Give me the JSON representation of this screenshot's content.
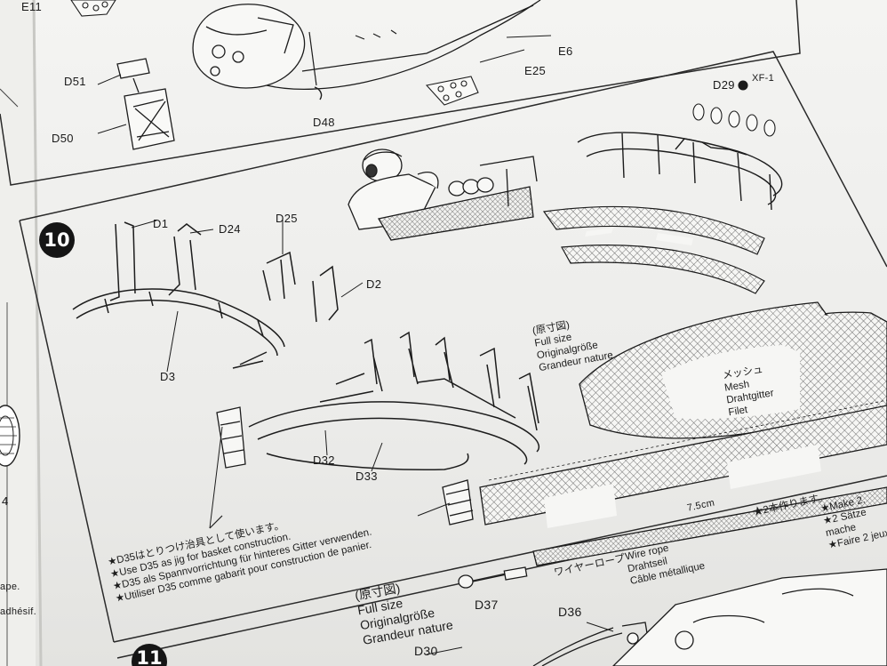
{
  "steps": {
    "step10": "10",
    "step11": "11"
  },
  "parts": {
    "e11": "E11",
    "d51": "D51",
    "d50": "D50",
    "d48": "D48",
    "e25": "E25",
    "e6": "E6",
    "d29": "D29",
    "xf1": "XF-1",
    "d1": "D1",
    "d24": "D24",
    "d25": "D25",
    "d2": "D2",
    "d3": "D3",
    "d32": "D32",
    "d33": "D33",
    "d37": "D37",
    "d36": "D36",
    "d30": "D30"
  },
  "full_size": {
    "jp": "(原寸図)",
    "en": "Full size",
    "de": "Originalgröße",
    "fr": "Grandeur nature"
  },
  "mesh": {
    "jp": "メッシュ",
    "en": "Mesh",
    "de": "Drahtgitter",
    "fr": "Filet"
  },
  "dimension": "7.5cm",
  "jig_note": {
    "jp": "★D35はとりつけ治具として使います。",
    "en": "★Use D35 as jig for basket construction.",
    "de": "★D35 als Spannvorrichtung für hinteres Gitter verwenden.",
    "fr": "★Utiliser D35 comme gabarit pour construction de panier."
  },
  "make_two": {
    "jp": "★2本作ります。",
    "en": "★Make 2.",
    "de": "★2 Sätze mache",
    "fr": "★Faire 2 jeux."
  },
  "wire_rope": {
    "jp": "ワイヤーロープ",
    "en": "Wire rope",
    "de": "Drahtseil",
    "fr": "Câble métallique"
  },
  "left_margin": {
    "four": "4",
    "tape": "ape.",
    "adhesif": "adhésif."
  }
}
